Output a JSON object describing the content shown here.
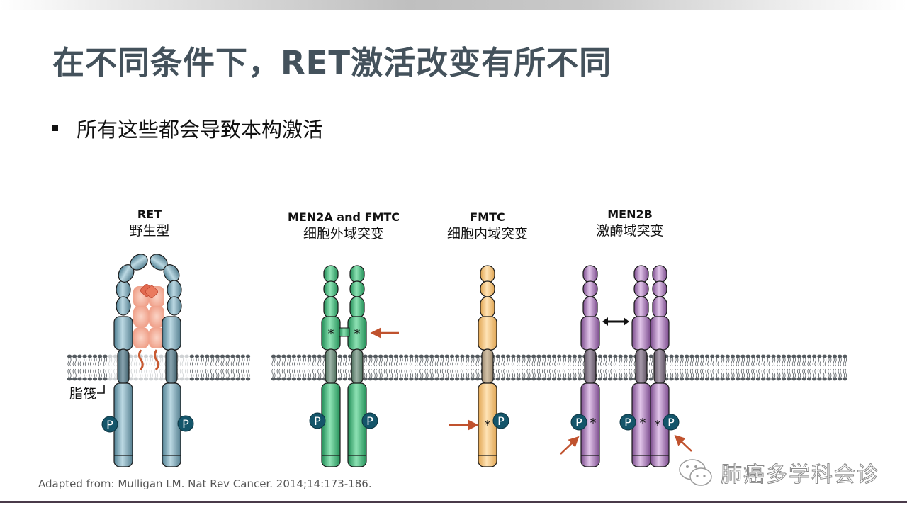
{
  "slide": {
    "title": "在不同条件下，RET激活改变有所不同",
    "bullet": "所有这些都会导致本构激活",
    "citation": "Adapted from: Mulligan LM. Nat Rev Cancer. 2014;14:173-186.",
    "watermark": "肺癌多学科会诊"
  },
  "diagram": {
    "panels": [
      {
        "name": "RET",
        "subtitle": "野生型"
      },
      {
        "name": "MEN2A and FMTC",
        "subtitle": "细胞外域突变"
      },
      {
        "name": "FMTC",
        "subtitle": "细胞内域突变"
      },
      {
        "name": "MEN2B",
        "subtitle": "激酶域突变"
      }
    ],
    "lipid_raft_label": "脂筏",
    "phospho_label": "P",
    "mutation_mark": "*",
    "colors": {
      "wildtype": "#7fa8b8",
      "men2a": "#3cb878",
      "fmtc": "#f5c87a",
      "men2b": "#a573b5",
      "gdnf": "#f0a090",
      "phospho": "#14556a",
      "arrow": "#c0522e",
      "membrane": "#555b60"
    }
  }
}
